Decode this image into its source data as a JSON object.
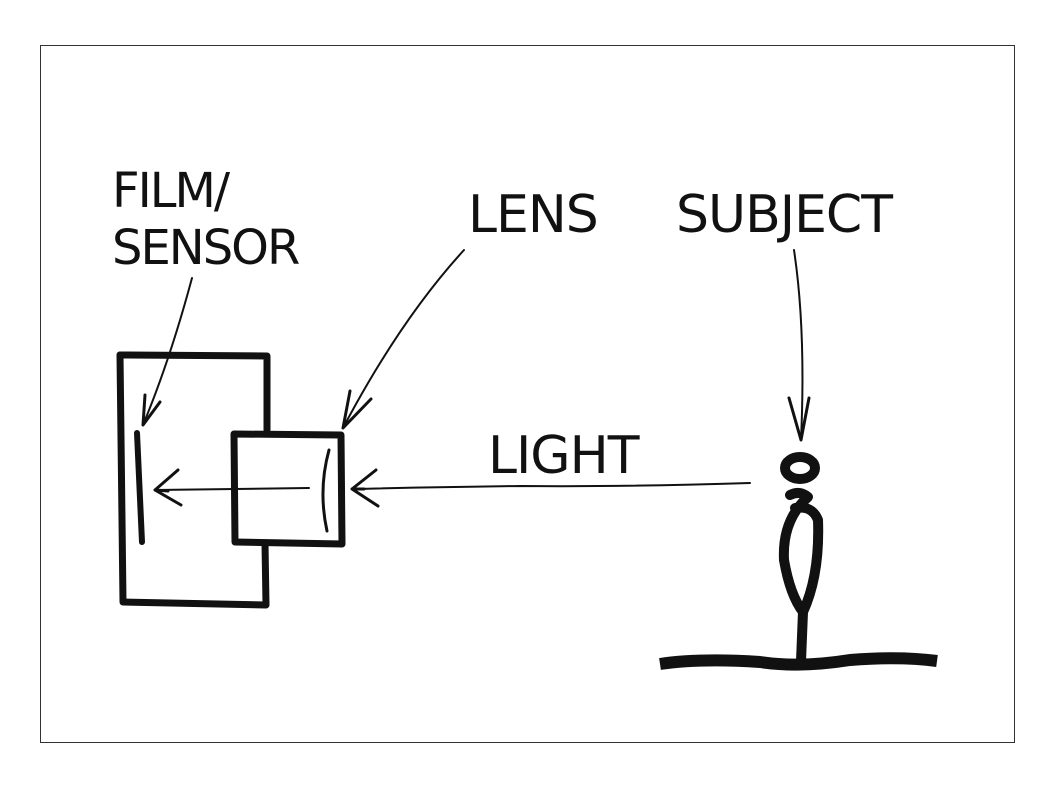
{
  "labels": {
    "film_line1": "FILM/",
    "film_line2": "SENSOR",
    "lens": "LENS",
    "subject": "SUBJECT",
    "light": "LIGHT"
  },
  "colors": {
    "ink": "#111111",
    "frame": "#333333",
    "background": "#ffffff"
  }
}
